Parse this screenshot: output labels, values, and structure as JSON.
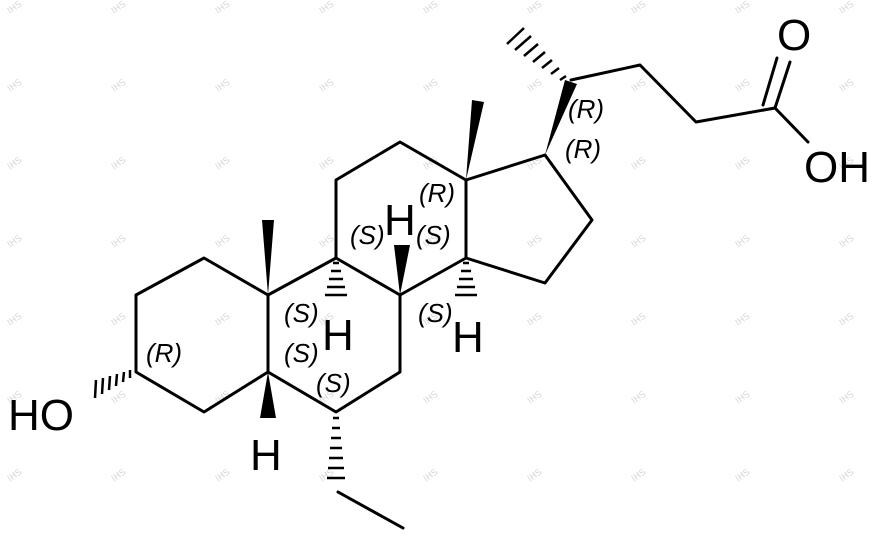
{
  "atoms": {
    "o_carbonyl": "O",
    "oh_acid": "OH",
    "ho_left": "HO",
    "h_c5": "H",
    "h_c8": "H",
    "h_c9": "H",
    "h_c14": "H"
  },
  "stereo": {
    "c20": "(R)",
    "c17": "(R)",
    "c13": "(R)",
    "c8": "(S)",
    "c8b": "(S)",
    "c9": "(S)",
    "c14": "(S)",
    "c3": "(R)",
    "c5": "(S)",
    "c6": "(S)"
  },
  "watermark": "IHS"
}
